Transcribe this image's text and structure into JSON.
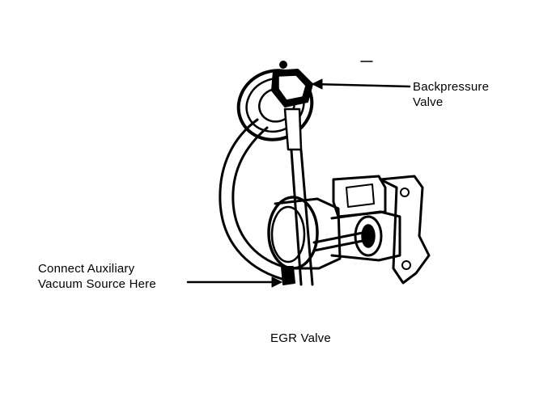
{
  "diagram": {
    "labels": {
      "backpressure_line1": "Backpressure",
      "backpressure_line2": "Valve",
      "connect_line1": "Connect Auxiliary",
      "connect_line2": "Vacuum Source Here",
      "caption": "EGR Valve"
    },
    "colors": {
      "ink": "#000000",
      "paper": "#ffffff"
    }
  }
}
